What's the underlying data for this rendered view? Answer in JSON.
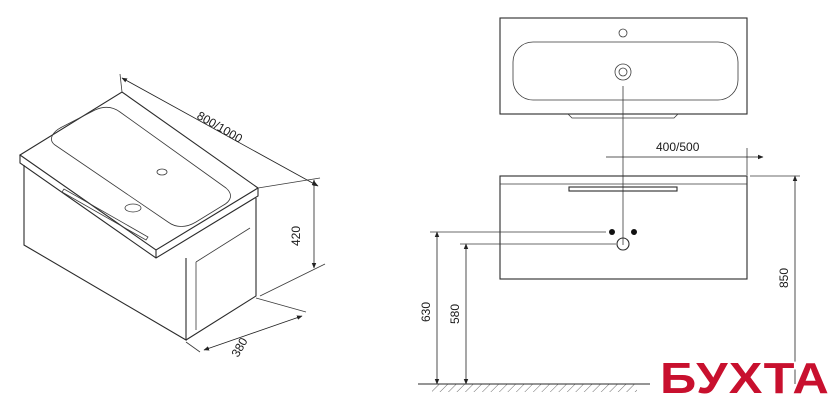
{
  "dimensions": {
    "width": "800/1000",
    "height": "420",
    "depth": "380",
    "center": "400/500",
    "drain_height": "580",
    "inlet_height": "630",
    "total_height": "850"
  },
  "logo": {
    "text": "БУХТА",
    "color": "#c8102e"
  },
  "colors": {
    "line": "#2b2b2b",
    "accent": "#c8102e"
  }
}
